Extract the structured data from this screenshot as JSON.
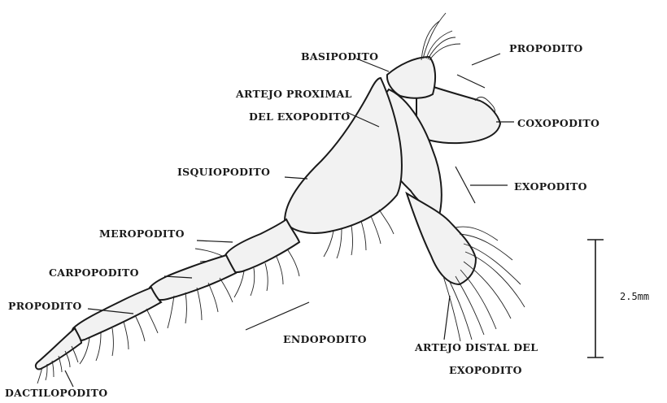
{
  "labels": {
    "basipodito": "BASIPODITO",
    "propodito_top": "PROPODITO",
    "artejo_proximal_l1": "ARTEJO PROXIMAL",
    "artejo_proximal_l2": "DEL EXOPODITO",
    "coxopodito": "COXOPODITO",
    "isquiopodito": "ISQUIOPODITO",
    "exopodito": "EXOPODITO",
    "meropodito": "MEROPODITO",
    "carpopodito": "CARPOPODITO",
    "propodito_left": "PROPODITO",
    "endopodito": "ENDOPODITO",
    "artejo_distal_l1": "ARTEJO DISTAL DEL",
    "artejo_distal_l2": "EXOPODITO",
    "dactilopodito": "DACTILOPODITO"
  },
  "scale_bar": {
    "label": "2.5mm"
  },
  "colors": {
    "ink": "#1a1a1a",
    "fill": "#f2f2f2",
    "background": "#ffffff"
  }
}
